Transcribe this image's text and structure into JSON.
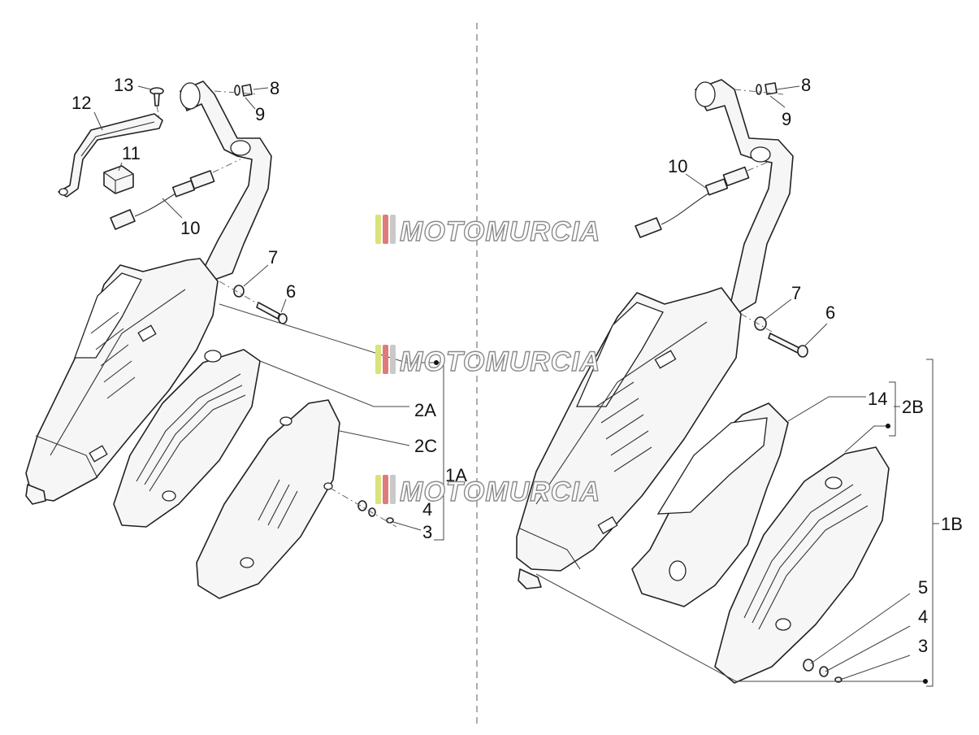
{
  "diagram": {
    "left_group": {
      "labels": {
        "l13": "13",
        "l12": "12",
        "l8": "8",
        "l9": "9",
        "l11": "11",
        "l10": "10",
        "l7": "7",
        "l6": "6",
        "l2A": "2A",
        "l2C": "2C",
        "l1A": "1A",
        "l4": "4",
        "l3": "3"
      }
    },
    "right_group": {
      "labels": {
        "l8": "8",
        "l9": "9",
        "l10": "10",
        "l7": "7",
        "l6": "6",
        "l14": "14",
        "l2B": "2B",
        "l1B": "1B",
        "l5": "5",
        "l4": "4",
        "l3": "3"
      }
    },
    "watermark": {
      "text": "MOTOMURCIA",
      "stripe_colors": [
        "#d9e37a",
        "#e07b7b",
        "#c9c9c9"
      ]
    },
    "colors": {
      "line": "#222222",
      "fill": "#f6f6f6"
    }
  }
}
